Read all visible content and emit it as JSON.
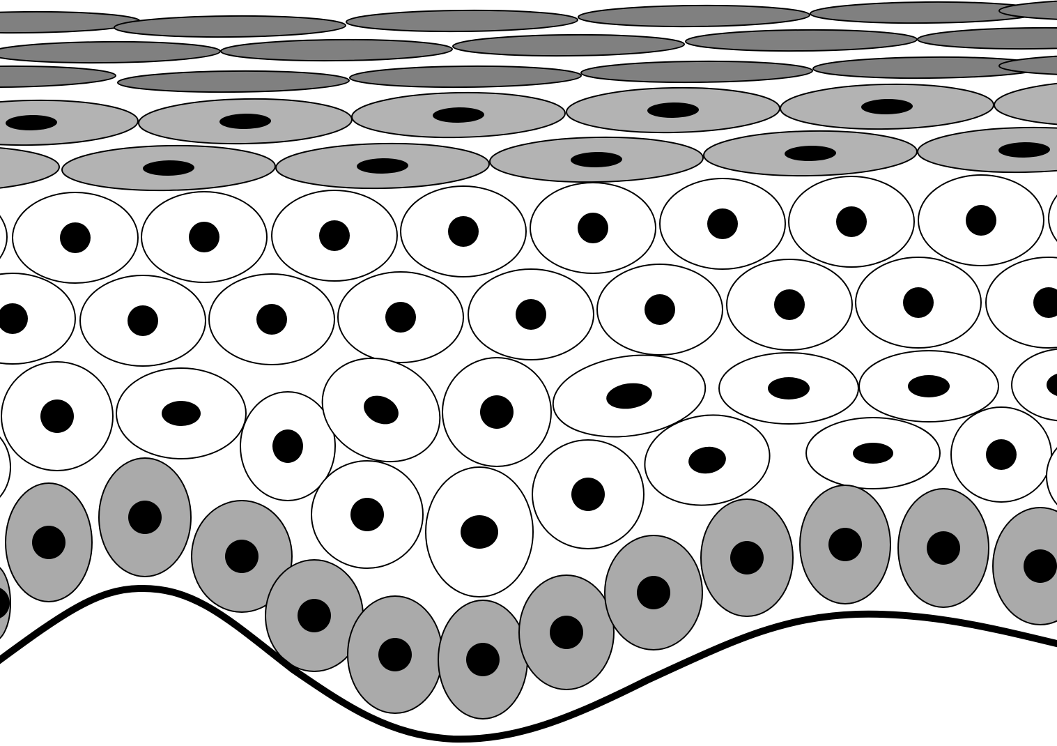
{
  "diagram": {
    "colors": {
      "background": "#ffffff",
      "stroke": "#000000",
      "nucleus": "#000000",
      "flat_layer_fill": "#808080",
      "granular_layer_fill": "#b3b3b3",
      "spinous_layer_fill": "#ffffff",
      "basal_layer_fill": "#aaaaaa",
      "basement_membrane": "#000000"
    },
    "layers": [
      {
        "name": "flattened-cell-layer",
        "nucleated": false
      },
      {
        "name": "granular-cell-layer",
        "nucleated": true
      },
      {
        "name": "spinous-cell-layer",
        "nucleated": true
      },
      {
        "name": "basal-cell-layer",
        "nucleated": true
      }
    ],
    "basement_membrane": {
      "name": "basement-membrane"
    }
  }
}
